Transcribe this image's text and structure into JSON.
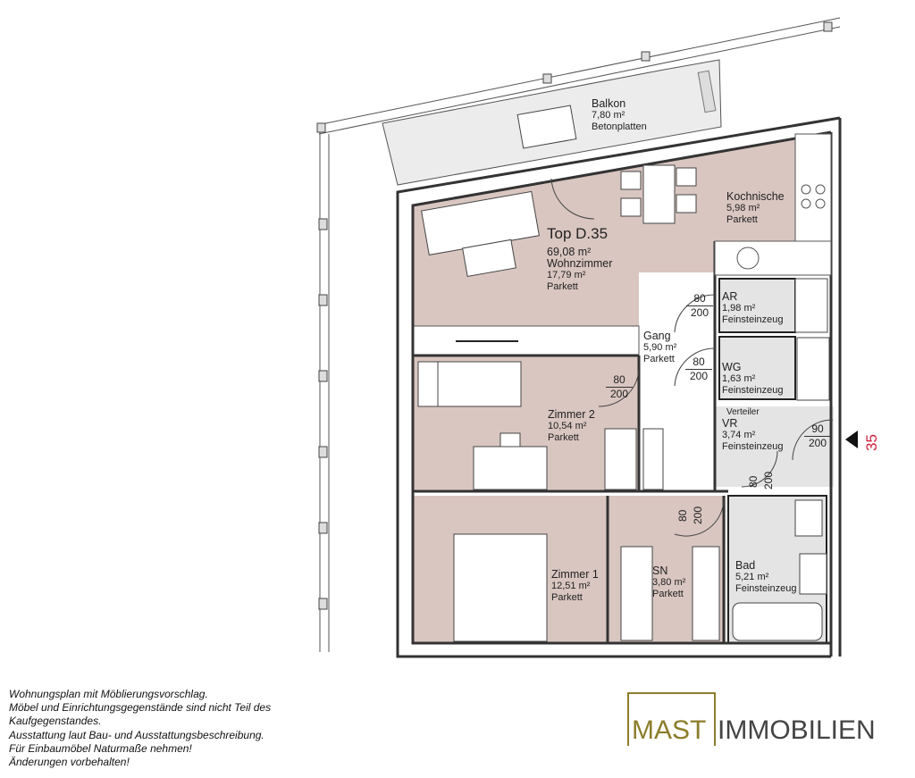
{
  "apartment": {
    "title": "Top D.35",
    "total_area": "69,08 m²"
  },
  "rooms": [
    {
      "id": "balkon",
      "name": "Balkon",
      "area": "7,80 m²",
      "floor": "Betonplatten"
    },
    {
      "id": "kochnische",
      "name": "Kochnische",
      "area": "5,98 m²",
      "floor": "Parkett"
    },
    {
      "id": "wohnzimmer",
      "name": "Wohnzimmer",
      "area": "17,79 m²",
      "floor": "Parkett"
    },
    {
      "id": "ar",
      "name": "AR",
      "area": "1,98 m²",
      "floor": "Feinsteinzeug"
    },
    {
      "id": "gang",
      "name": "Gang",
      "area": "5,90 m²",
      "floor": "Parkett"
    },
    {
      "id": "wg",
      "name": "WG",
      "area": "1,63 m²",
      "floor": "Feinsteinzeug"
    },
    {
      "id": "zimmer2",
      "name": "Zimmer 2",
      "area": "10,54 m²",
      "floor": "Parkett"
    },
    {
      "id": "vr",
      "name": "VR",
      "area": "3,74 m²",
      "floor": "Feinsteinzeug"
    },
    {
      "id": "zimmer1",
      "name": "Zimmer 1",
      "area": "12,51 m²",
      "floor": "Parkett"
    },
    {
      "id": "sn",
      "name": "SN",
      "area": "3,80 m²",
      "floor": "Parkett"
    },
    {
      "id": "bad",
      "name": "Bad",
      "area": "5,21 m²",
      "floor": "Feinsteinzeug"
    }
  ],
  "verteiler": "Verteiler",
  "doors": [
    {
      "w": "80",
      "h": "200"
    },
    {
      "w": "80",
      "h": "200"
    },
    {
      "w": "80",
      "h": "200"
    },
    {
      "w": "90",
      "h": "200"
    },
    {
      "w": "80",
      "h": "200"
    },
    {
      "w": "80",
      "h": "200"
    }
  ],
  "entrance_number": "35",
  "notes": [
    "Wohnungsplan mit Möblierungsvorschlag.",
    "Möbel und Einrichtungsgegenstände sind nicht Teil des",
    "Kaufgegenstandes.",
    "Ausstattung laut Bau- und Ausstattungsbeschreibung.",
    "Für Einbaumöbel Naturmaße nehmen!",
    "Änderungen vorbehalten!"
  ],
  "logo": {
    "part1": "MAST",
    "part2": "IMMOBILIEN"
  },
  "colors": {
    "room": "#d9c6c0",
    "wet": "#e4e4e4",
    "balcony": "#ececec",
    "wall": "#333333",
    "logo_gold": "#8c7d2a",
    "entry_red": "#d0203a"
  }
}
